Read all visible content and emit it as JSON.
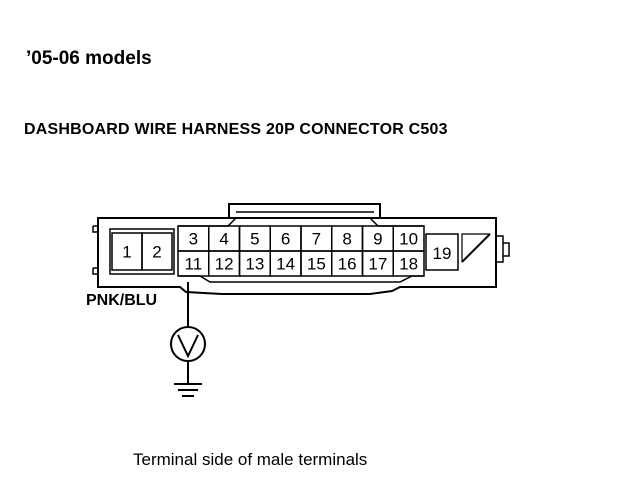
{
  "models_label": "’05-06 models",
  "connector_title": "DASHBOARD WIRE HARNESS 20P CONNECTOR C503",
  "wire_color": "PNK/BLU",
  "caption": "Terminal side of male terminals",
  "terminals": {
    "left_pair": [
      "1",
      "2"
    ],
    "top_row": [
      "3",
      "4",
      "5",
      "6",
      "7",
      "8",
      "9",
      "10"
    ],
    "bottom_row": [
      "11",
      "12",
      "13",
      "14",
      "15",
      "16",
      "17",
      "18"
    ],
    "right_single": "19"
  },
  "meter_symbol": "voltmeter-icon",
  "ground_symbol": "ground-icon"
}
